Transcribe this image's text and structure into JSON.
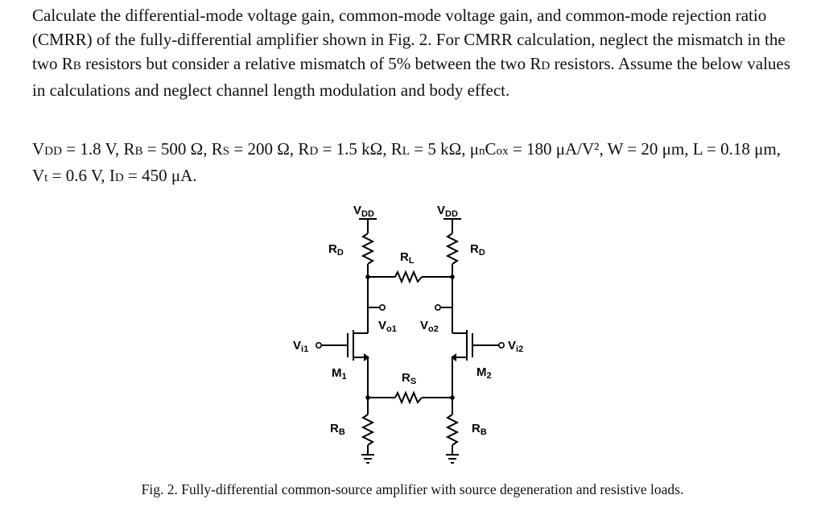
{
  "problem": {
    "p1": {
      "a": "Calculate the differential-mode voltage gain, common-mode voltage gain, and common-mode rejection ratio (CMRR) of the fully-differential amplifier shown in Fig. 2. For CMRR calculation, neglect the mismatch in the two R",
      "a_sub": "B",
      "b": " resistors but consider a relative mismatch of 5% between the two R",
      "b_sub": "D",
      "c": " resistors. Assume the below values in calculations and neglect channel length modulation and body effect."
    },
    "params": [
      {
        "sym": "V",
        "sub": "DD",
        "rest": " = 1.8 V, "
      },
      {
        "sym": "R",
        "sub": "B",
        "rest": " = 500 Ω, "
      },
      {
        "sym": "R",
        "sub": "S",
        "rest": " = 200 Ω, "
      },
      {
        "sym": "R",
        "sub": "D",
        "rest": " = 1.5 kΩ, "
      },
      {
        "sym": "R",
        "sub": "L",
        "rest": " = 5 kΩ, "
      },
      {
        "sym": "μ",
        "sub": "n",
        "rest": "C"
      },
      {
        "sym": "",
        "sub": "ox",
        "rest": " = 180 μA/V², W = 20 μm, L = 0.18 μm, "
      },
      {
        "sym": "V",
        "sub": "t",
        "rest": " = 0.6 V, "
      },
      {
        "sym": "I",
        "sub": "D",
        "rest": " = 450 μA."
      }
    ]
  },
  "circuit": {
    "vdd_left": {
      "main": "V",
      "sub": "DD"
    },
    "vdd_right": {
      "main": "V",
      "sub": "DD"
    },
    "rd_left": {
      "main": "R",
      "sub": "D"
    },
    "rd_right": {
      "main": "R",
      "sub": "D"
    },
    "rl": {
      "main": "R",
      "sub": "L"
    },
    "vo1": {
      "main": "V",
      "sub": "o1"
    },
    "vo2": {
      "main": "V",
      "sub": "o2"
    },
    "vi1": {
      "main": "V",
      "sub": "i1"
    },
    "vi2": {
      "main": "V",
      "sub": "i2"
    },
    "m1": {
      "main": "M",
      "sub": "1"
    },
    "m2": {
      "main": "M",
      "sub": "2"
    },
    "rs": {
      "main": "R",
      "sub": "S"
    },
    "rb_left": {
      "main": "R",
      "sub": "B"
    },
    "rb_right": {
      "main": "R",
      "sub": "B"
    }
  },
  "caption": "Fig. 2. Fully-differential common-source amplifier with source degeneration and resistive loads."
}
